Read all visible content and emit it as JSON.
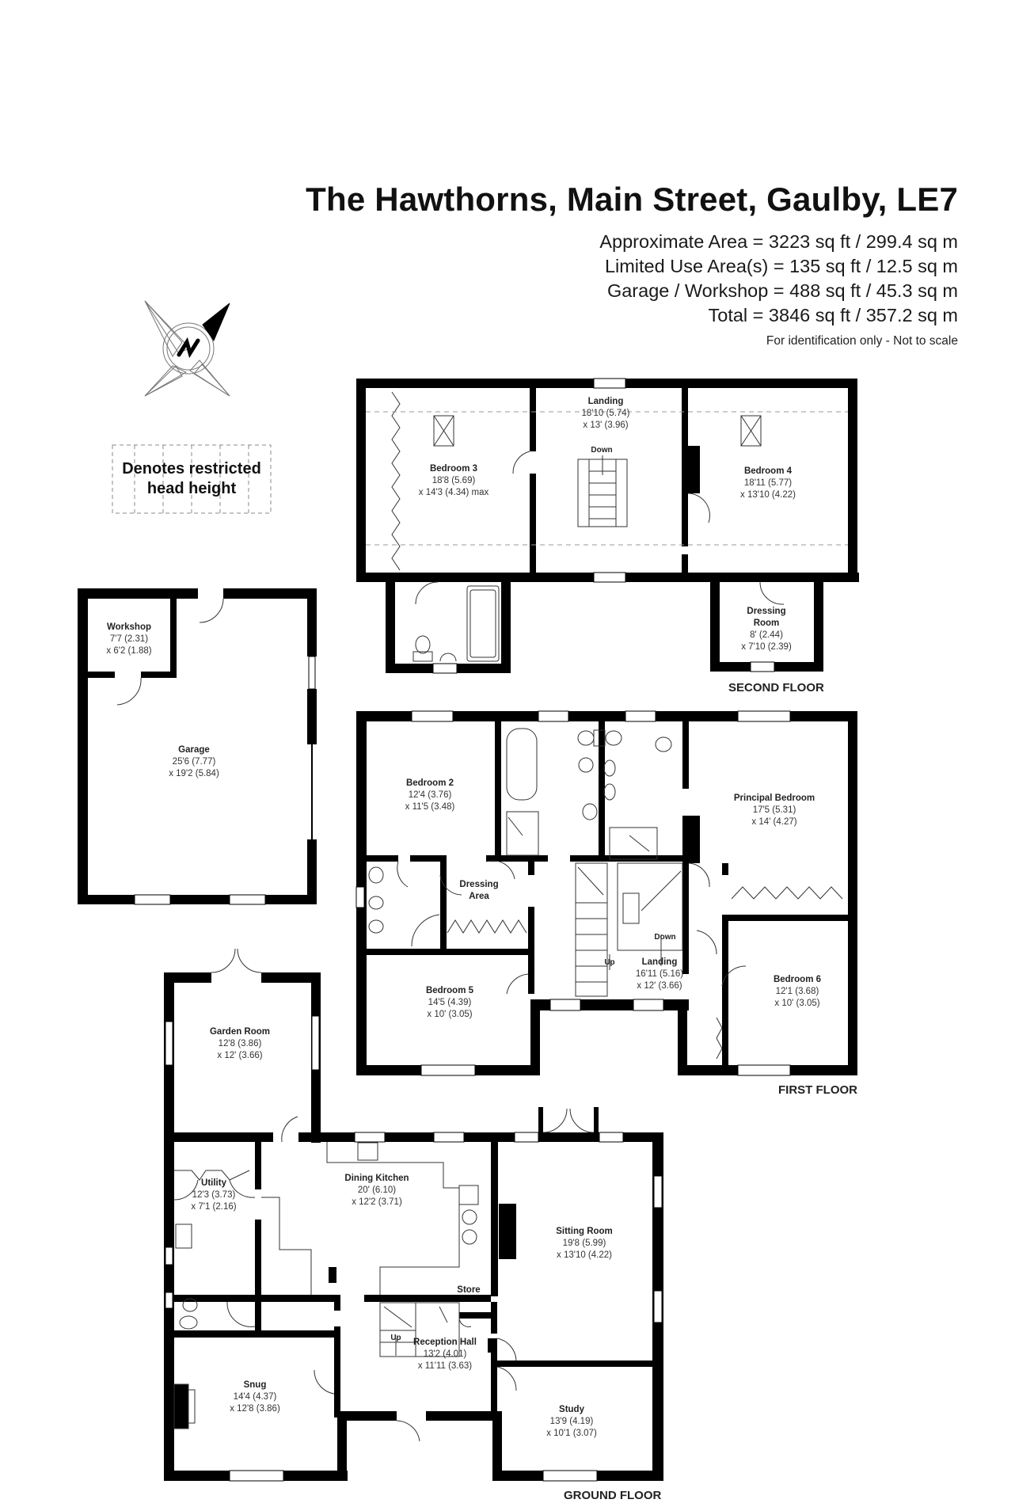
{
  "header": {
    "title": "The Hawthorns, Main Street, Gaulby, LE7",
    "areas": [
      "Approximate Area = 3223 sq ft / 299.4 sq m",
      "Limited Use Area(s) = 135 sq ft / 12.5 sq m",
      "Garage / Workshop = 488 sq ft / 45.3 sq m",
      "Total = 3846 sq ft / 357.2 sq m"
    ],
    "note": "For identification only - Not to scale"
  },
  "legend": {
    "line1": "Denotes restricted",
    "line2": "head height"
  },
  "compass": {
    "icon": "north-compass-icon",
    "letter": "N"
  },
  "floors": {
    "second": {
      "label": "SECOND FLOOR",
      "rooms": [
        {
          "name": "Bedroom 3",
          "dim1": "18'8 (5.69)",
          "dim2": "x 14'3 (4.34) max"
        },
        {
          "name": "Landing",
          "dim1": "18'10 (5.74)",
          "dim2": "x 13' (3.96)"
        },
        {
          "name": "Bedroom 4",
          "dim1": "18'11 (5.77)",
          "dim2": "x 13'10 (4.22)"
        },
        {
          "name": "Dressing Room",
          "dim1": "8' (2.44)",
          "dim2": "x 7'10 (2.39)"
        }
      ],
      "stairs": [
        "Down"
      ]
    },
    "garage": {
      "rooms": [
        {
          "name": "Workshop",
          "dim1": "7'7 (2.31)",
          "dim2": "x 6'2 (1.88)"
        },
        {
          "name": "Garage",
          "dim1": "25'6 (7.77)",
          "dim2": "x 19'2 (5.84)"
        }
      ]
    },
    "first": {
      "label": "FIRST FLOOR",
      "rooms": [
        {
          "name": "Bedroom 2",
          "dim1": "12'4 (3.76)",
          "dim2": "x 11'5 (3.48)"
        },
        {
          "name": "Principal Bedroom",
          "dim1": "17'5 (5.31)",
          "dim2": "x 14' (4.27)"
        },
        {
          "name": "Dressing Area",
          "dim1": "",
          "dim2": ""
        },
        {
          "name": "Landing",
          "dim1": "16'11 (5.16)",
          "dim2": "x 12' (3.66)"
        },
        {
          "name": "Bedroom 5",
          "dim1": "14'5 (4.39)",
          "dim2": "x 10' (3.05)"
        },
        {
          "name": "Bedroom 6",
          "dim1": "12'1 (3.68)",
          "dim2": "x 10' (3.05)"
        }
      ],
      "stairs": [
        "Up",
        "Down"
      ]
    },
    "ground": {
      "label": "GROUND FLOOR",
      "rooms": [
        {
          "name": "Garden Room",
          "dim1": "12'8 (3.86)",
          "dim2": "x 12' (3.66)"
        },
        {
          "name": "Utility",
          "dim1": "12'3 (3.73)",
          "dim2": "x 7'1 (2.16)"
        },
        {
          "name": "Dining Kitchen",
          "dim1": "20' (6.10)",
          "dim2": "x 12'2 (3.71)"
        },
        {
          "name": "Sitting Room",
          "dim1": "19'8 (5.99)",
          "dim2": "x 13'10 (4.22)"
        },
        {
          "name": "Store",
          "dim1": "",
          "dim2": ""
        },
        {
          "name": "Reception Hall",
          "dim1": "13'2 (4.01)",
          "dim2": "x 11'11 (3.63)"
        },
        {
          "name": "Snug",
          "dim1": "14'4 (4.37)",
          "dim2": "x 12'8 (3.86)"
        },
        {
          "name": "Study",
          "dim1": "13'9 (4.19)",
          "dim2": "x 10'1 (3.07)"
        }
      ],
      "stairs": [
        "Up"
      ]
    }
  }
}
